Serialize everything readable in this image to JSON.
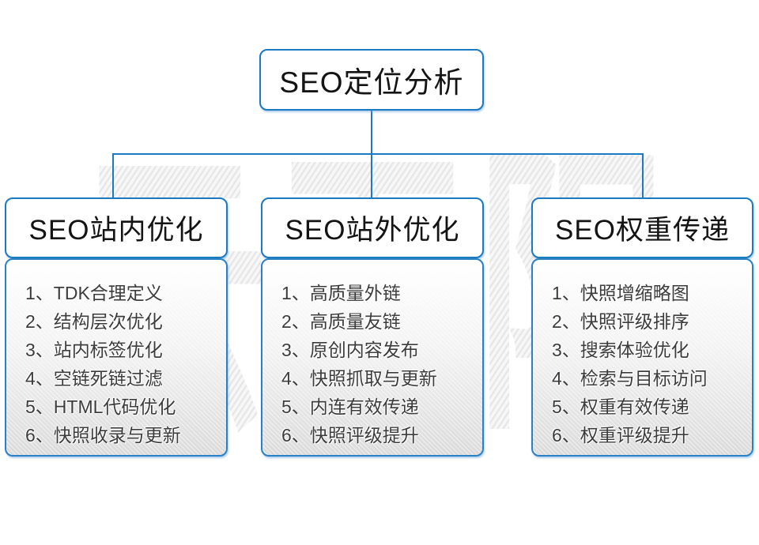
{
  "colors": {
    "accent_blue": "#1b7ac1",
    "header_text": "#141414",
    "item_text": "#3c3c3c",
    "panel_gradient_top": "#ffffff",
    "panel_gradient_bottom": "#dbdbdb",
    "watermark_gray": "#ebebeb"
  },
  "watermark": {
    "text": "云无限"
  },
  "root": {
    "title": "SEO定位分析"
  },
  "columns": [
    {
      "title": "SEO站内优化",
      "items": [
        "1、TDK合理定义",
        "2、结构层次优化",
        "3、站内标签优化",
        "4、空链死链过滤",
        "5、HTML代码优化",
        "6、快照收录与更新"
      ]
    },
    {
      "title": "SEO站外优化",
      "items": [
        "1、高质量外链",
        "2、高质量友链",
        "3、原创内容发布",
        "4、快照抓取与更新",
        "5、内连有效传递",
        "6、快照评级提升"
      ]
    },
    {
      "title": "SEO权重传递",
      "items": [
        "1、快照增缩略图",
        "2、快照评级排序",
        "3、搜索体验优化",
        "4、检索与目标访问",
        "5、权重有效传递",
        "6、权重评级提升"
      ]
    }
  ]
}
